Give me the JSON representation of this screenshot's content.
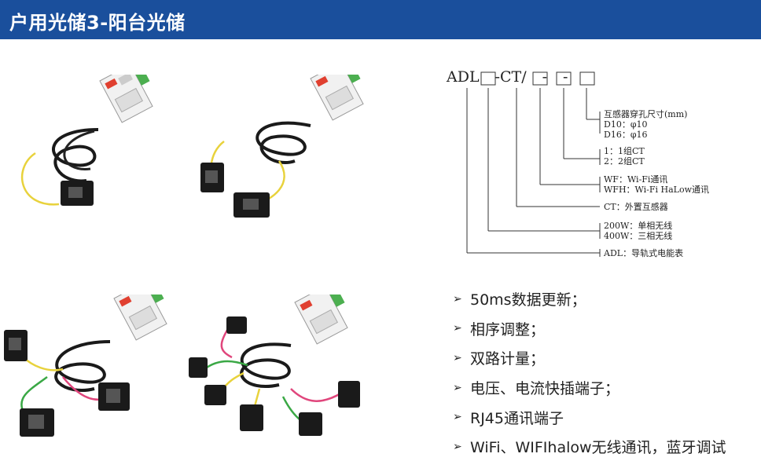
{
  "title": "户用光储3-阳台光储",
  "model_code": {
    "prefix": "ADL",
    "sep1": "-CT/",
    "sep2": "-",
    "sep3": "-"
  },
  "diagram_labels": {
    "aperture_title": "互感器穿孔尺寸(mm)",
    "aperture_d10": "D10：φ10",
    "aperture_d16": "D16：φ16",
    "group_1": "1：1组CT",
    "group_2": "2：2组CT",
    "wf": "WF：Wi-Fi通讯",
    "wfh": "WFH：Wi-Fi HaLow通讯",
    "ct": "CT：外置互感器",
    "w200": "200W：单相无线",
    "w400": "400W：三相无线",
    "adl": "ADL：导轨式电能表"
  },
  "features": [
    "50ms数据更新；",
    "相序调整；",
    "双路计量；",
    "电压、电流快插端子；",
    "RJ45通讯端子",
    "WiFi、WIFIhalow无线通讯，蓝牙调试"
  ],
  "colors": {
    "title_bg": "#1a4f9c",
    "title_text": "#ffffff",
    "wire_yellow": "#e8d23c",
    "wire_green": "#3aa845",
    "wire_pink": "#e0467c"
  }
}
